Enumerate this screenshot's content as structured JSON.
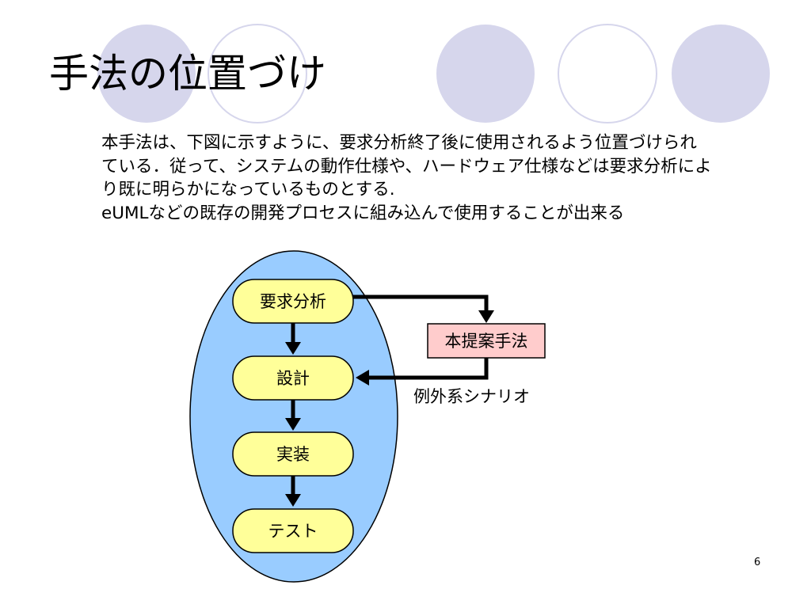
{
  "slide": {
    "title": "手法の位置づけ",
    "body_lines": [
      "本手法は、下図に示すように、要求分析終了後に使用されるよう位置づけられ",
      "ている．従って、システムの動作仕様や、ハードウェア仕様などは要求分析によ",
      "り既に明らかになっているものとする.",
      "eUMLなどの既存の開発プロセスに組み込んで使用することが出来る"
    ],
    "page_number": "6"
  },
  "diagram": {
    "process_steps": [
      "要求分析",
      "設計",
      "実装",
      "テスト"
    ],
    "proposed_method": "本提案手法",
    "feedback_label": "例外系シナリオ"
  },
  "colors": {
    "deco_circle_fill": "#d6d6ec",
    "ellipse_fill": "#99ccff",
    "step_fill": "#ffff99",
    "method_fill": "#ffcccc",
    "arrow": "#000000"
  }
}
